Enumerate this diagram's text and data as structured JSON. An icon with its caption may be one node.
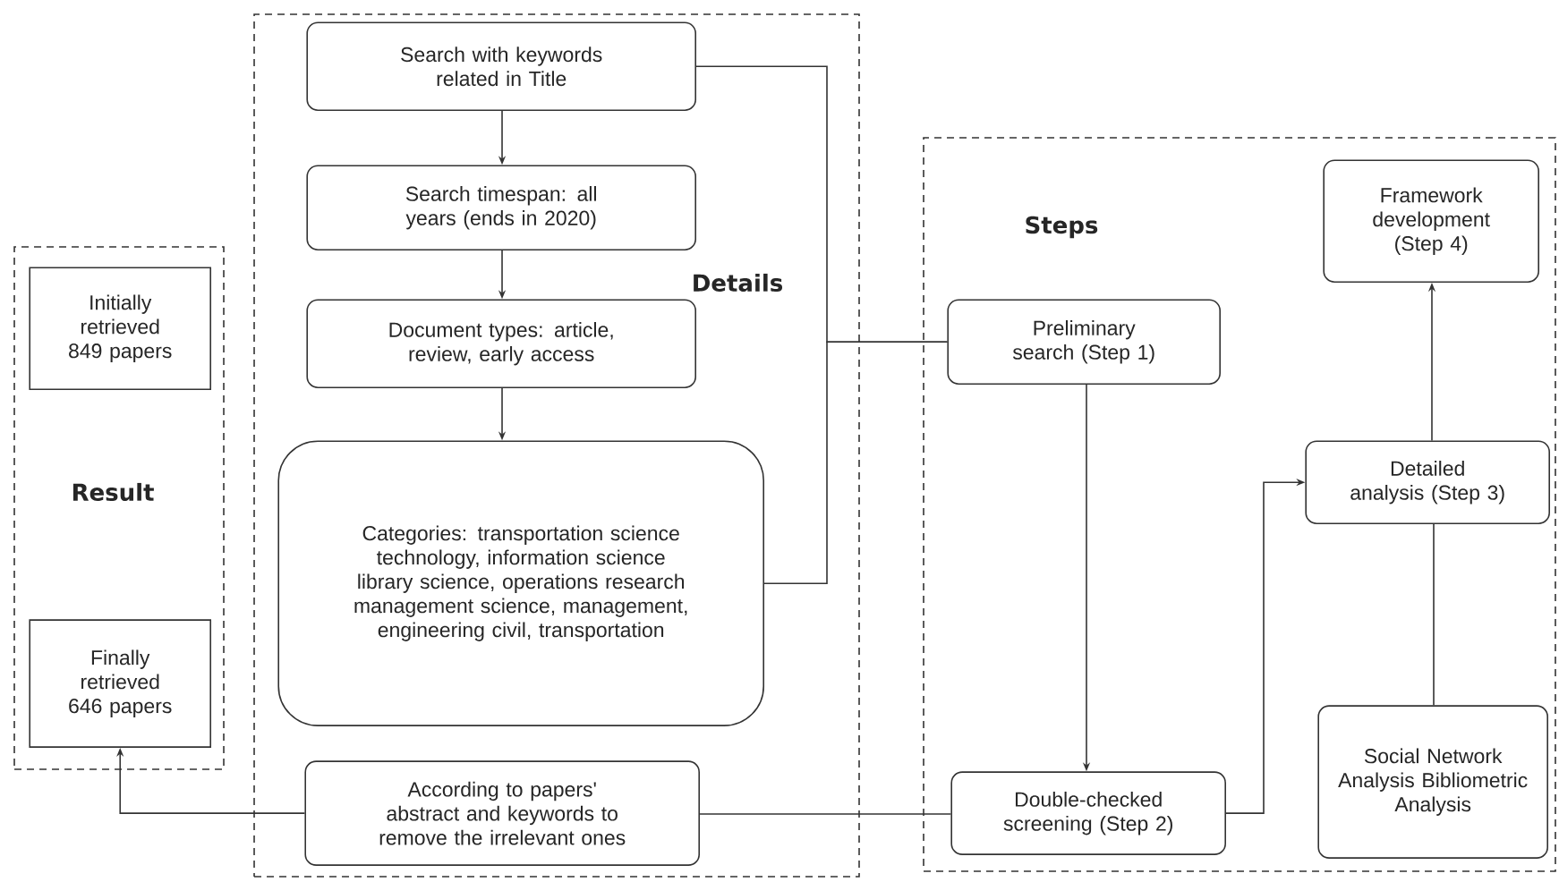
{
  "diagram": {
    "nodes": [
      {
        "text": [
          "Result"
        ]
      },
      {
        "text": [
          "Initially retrieved 849 papers"
        ],
        "in": 0
      },
      {
        "text": [
          "Finally retrieved 646 papers"
        ],
        "in": 0
      },
      {
        "text": [
          "Details"
        ]
      },
      {
        "text": [
          "Search with keywords related in Title"
        ],
        "in": 3
      },
      {
        "text": [
          "Search timespan: all years (ends in 2020)"
        ],
        "in": 3
      },
      {
        "text": [
          "Document types: article, review, early access"
        ],
        "in": 3
      },
      {
        "text": [
          "Categories: transportation science technology, information science library science, operations research management science, management, engineering civil, transportation"
        ],
        "in": 3
      },
      {
        "text": [
          "According to papers' abstract and keywords to remove the irrelevant ones"
        ],
        "in": 3
      },
      {
        "text": [
          "Steps"
        ]
      },
      {
        "text": [
          "Preliminary search (Step 1)"
        ],
        "in": 9
      },
      {
        "text": [
          "Double-checked screening (Step 2)"
        ],
        "in": 9
      },
      {
        "text": [
          "Detailed analysis (Step 3)"
        ],
        "in": 9
      },
      {
        "text": [
          "Framework development (Step 4)"
        ],
        "in": 9
      },
      {
        "text": [
          "Social Network Analysis Bibliometric Analysis"
        ],
        "in": 9
      }
    ],
    "edges": [
      {
        "from": 4,
        "to": 5,
        "arrow": "to"
      },
      {
        "from": 5,
        "to": 6,
        "arrow": "to"
      },
      {
        "from": 6,
        "to": 7,
        "arrow": "to"
      },
      {
        "from": 4,
        "to": 10,
        "arrow": "none"
      },
      {
        "from": 7,
        "to": 10,
        "arrow": "none"
      },
      {
        "from": 10,
        "to": 11,
        "arrow": "to"
      },
      {
        "from": 11,
        "to": 8,
        "arrow": "none"
      },
      {
        "from": 8,
        "to": 2,
        "arrow": "to"
      },
      {
        "from": 11,
        "to": 12,
        "arrow": "to"
      },
      {
        "from": 12,
        "to": 13,
        "arrow": "to"
      },
      {
        "from": 14,
        "to": 12,
        "arrow": "none"
      }
    ]
  }
}
